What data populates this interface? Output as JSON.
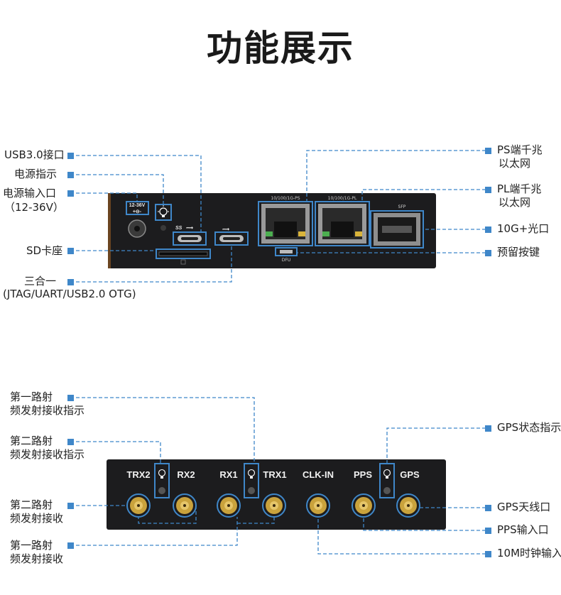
{
  "title": "功能展示",
  "top_panel": {
    "labels_left": {
      "usb3": "USB3.0接口",
      "power_led": "电源指示",
      "power_in_1": "电源输入口",
      "power_in_2": "（12-36V）",
      "sd": "SD卡座",
      "combo_1": "三合一",
      "combo_2": "(JTAG/UART/USB2.0 OTG)"
    },
    "labels_right": {
      "ps_eth_1": "PS端千兆",
      "ps_eth_2": "以太网",
      "pl_eth_1": "PL端千兆",
      "pl_eth_2": "以太网",
      "sfp": "10G+光口",
      "reserved_key": "预留按键"
    },
    "silk": {
      "voltage": "12-36V",
      "eth_ps": "10/100/1G-PS",
      "eth_pl": "10/100/1G-PL",
      "sfp": "SFP",
      "dfu": "DFU",
      "ss": "SS"
    }
  },
  "bottom_panel": {
    "labels_left": {
      "rf1_led_1": "第一路射",
      "rf1_led_2": "频发射接收指示",
      "rf2_led_1": "第二路射",
      "rf2_led_2": "频发射接收指示",
      "rf2_1": "第二路射",
      "rf2_2": "频发射接收",
      "rf1_1": "第一路射",
      "rf1_2": "频发射接收"
    },
    "labels_right": {
      "gps_led": "GPS状态指示",
      "gps_ant": "GPS天线口",
      "pps": "PPS输入口",
      "clk": "10M时钟输入"
    },
    "silk": {
      "trx2": "TRX2",
      "rx2": "RX2",
      "rx1": "RX1",
      "trx1": "TRX1",
      "clk_in": "CLK-IN",
      "pps": "PPS",
      "gps": "GPS"
    }
  },
  "accent_color": "#3f87c9"
}
